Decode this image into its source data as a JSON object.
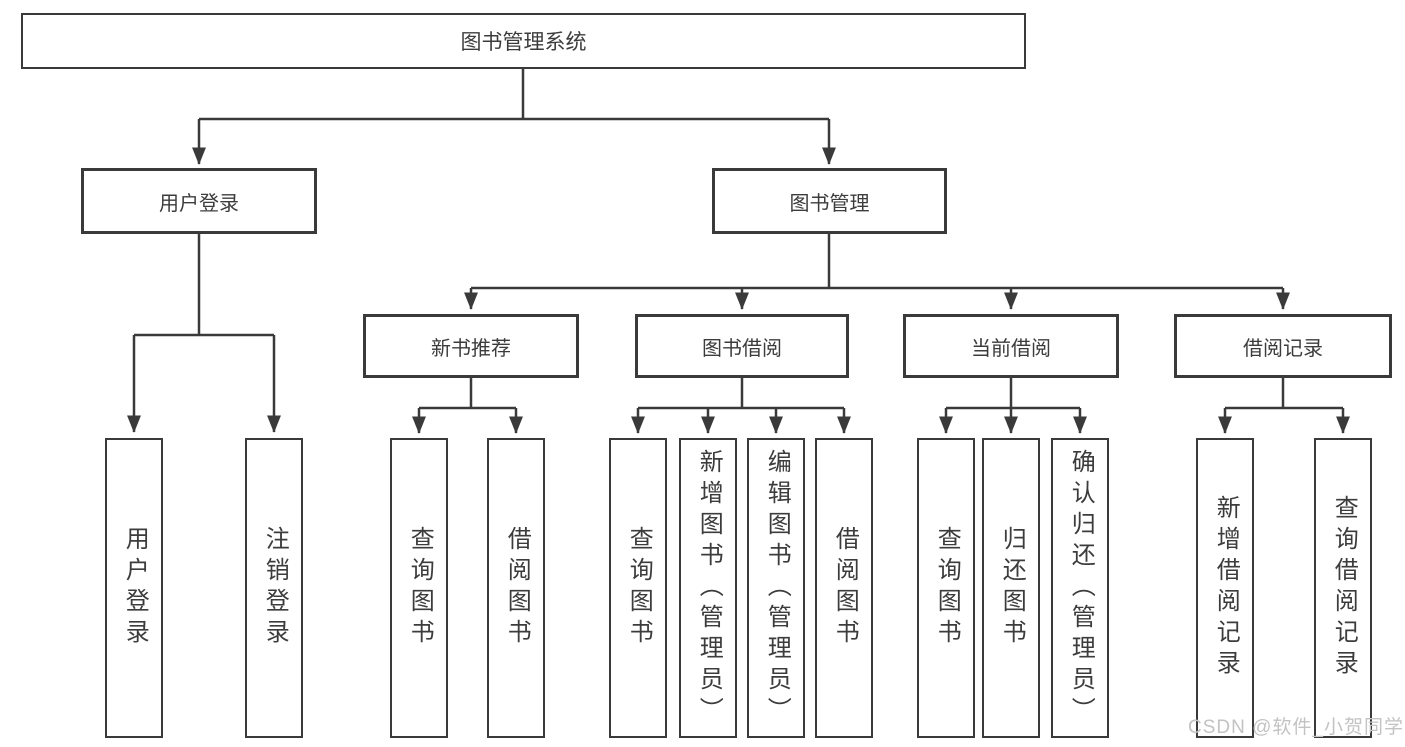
{
  "colors": {
    "line": "#3a3a3a",
    "text": "#3c3c3c",
    "watermark": "#c3c3c3",
    "box-bg": "#ffffff"
  },
  "watermark": "CSDN @软件_小贺同学",
  "tree": {
    "root": {
      "label": "图书管理系统"
    },
    "branches": [
      {
        "label": "用户登录",
        "children": [
          {
            "label": "用户登录"
          },
          {
            "label": "注销登录"
          }
        ]
      },
      {
        "label": "图书管理",
        "children": [
          {
            "label": "新书推荐",
            "children": [
              {
                "label": "查询图书"
              },
              {
                "label": "借阅图书"
              }
            ]
          },
          {
            "label": "图书借阅",
            "children": [
              {
                "label": "查询图书"
              },
              {
                "label": "新增图书（管理员）"
              },
              {
                "label": "编辑图书（管理员）"
              },
              {
                "label": "借阅图书"
              }
            ]
          },
          {
            "label": "当前借阅",
            "children": [
              {
                "label": "查询图书"
              },
              {
                "label": "归还图书"
              },
              {
                "label": "确认归还（管理员）"
              }
            ]
          },
          {
            "label": "借阅记录",
            "children": [
              {
                "label": "新增借阅记录"
              },
              {
                "label": "查询借阅记录"
              }
            ]
          }
        ]
      }
    ]
  }
}
